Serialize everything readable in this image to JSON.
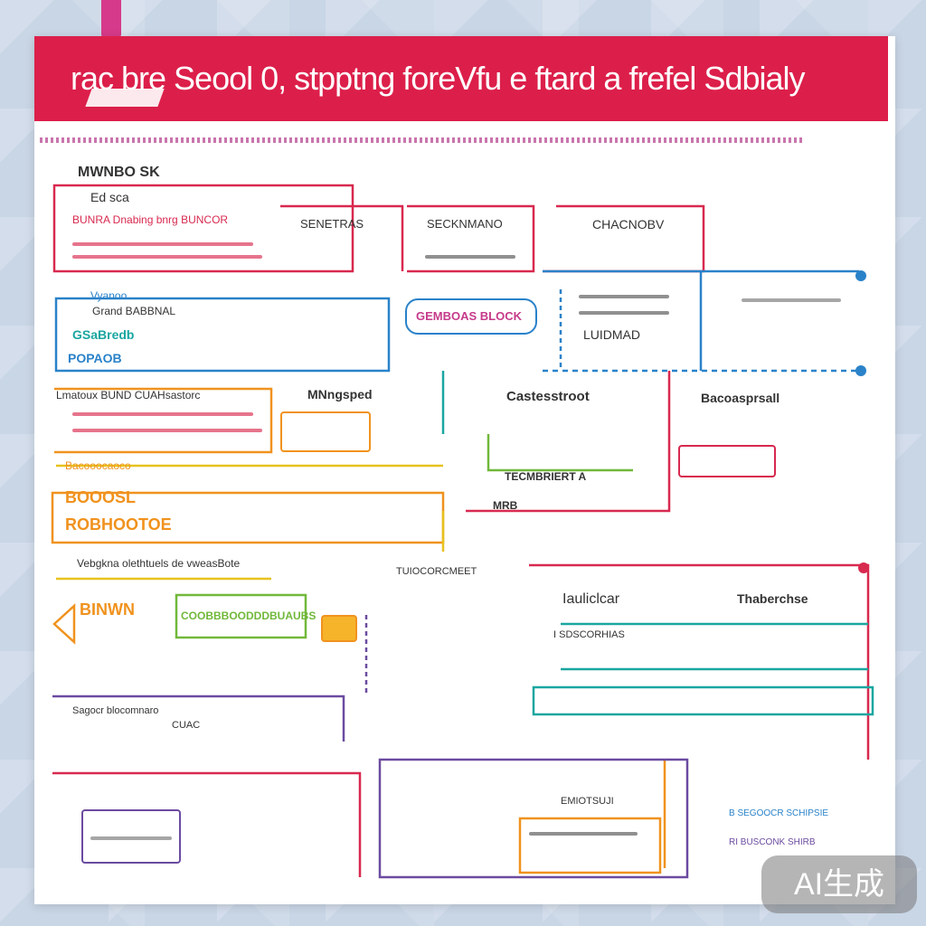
{
  "banner": {
    "title": "rac  bre Seool 0, stpptng foreVfu e ftard a frefel Sdbialy"
  },
  "labels": {
    "l1": "MWNBO SK",
    "l2": "Ed sca",
    "l3": "BUNRA Dnabing bnrg BUNCOR",
    "l4": "SENETRAS",
    "l5": "SECKNMANO",
    "l6": "CHACNOBV",
    "l7": "GEMBOAS BLOCK",
    "l8": "LUIDMAD",
    "l9": "Vyanoo",
    "l10": "Grand BABBNAL",
    "l11": "GSaBredb",
    "l12": "POPAOB",
    "l13": "Lmatoux BUND CUAHsastorc",
    "l14": "MNngsped",
    "l15": "Castesstroot",
    "l16": "Bacoasprsall",
    "l17": "Bacooocaoco",
    "l18": "TECMBRIERT A",
    "l19": "MRB",
    "l20": "BOOOSL",
    "l21": "ROBHOOTOE",
    "l22": "Vebgkna olethtuels de vweasBote",
    "l23": "BINWN",
    "l24": "COOBBBOODDDBUAUBS",
    "l25": "TUIOCORCMEET",
    "l26": "Iauliclcar",
    "l27": "Thaberchse",
    "l28": "Sagocr blocomnaro",
    "l29": "CUAC",
    "l30": "EMIOTSUJI",
    "l31": "B SEGOOCR SCHIPSIE",
    "l32": "RI BUSCONK SHIRB",
    "l33": "I SDSCORHIAS"
  },
  "watermark": "AI生成",
  "colors": {
    "banner": "#dc1f4a",
    "red": "#d8294f",
    "blue": "#2a82c9",
    "teal": "#1aa6a0",
    "green": "#71b83a",
    "orange": "#f0921e",
    "yellow": "#e7c21e",
    "purple": "#6b4ba0",
    "magenta": "#c63a8a"
  }
}
